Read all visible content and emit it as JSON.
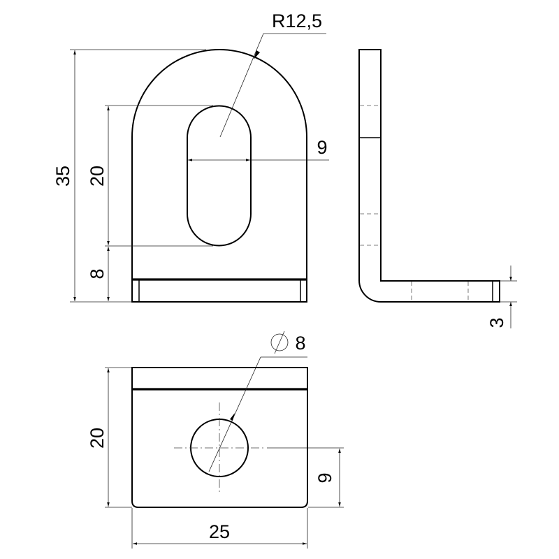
{
  "drawing": {
    "front_view": {
      "radius_label": "R12,5",
      "height_label": "35",
      "slot_length_label": "20",
      "bottom_label": "8",
      "slot_width_label": "9"
    },
    "side_view": {
      "thickness_label": "3"
    },
    "bottom_view": {
      "hole_diameter_symbol": "∅",
      "hole_diameter_label": "8",
      "depth_label": "20",
      "width_label": "25",
      "hole_offset_label": "9"
    }
  }
}
